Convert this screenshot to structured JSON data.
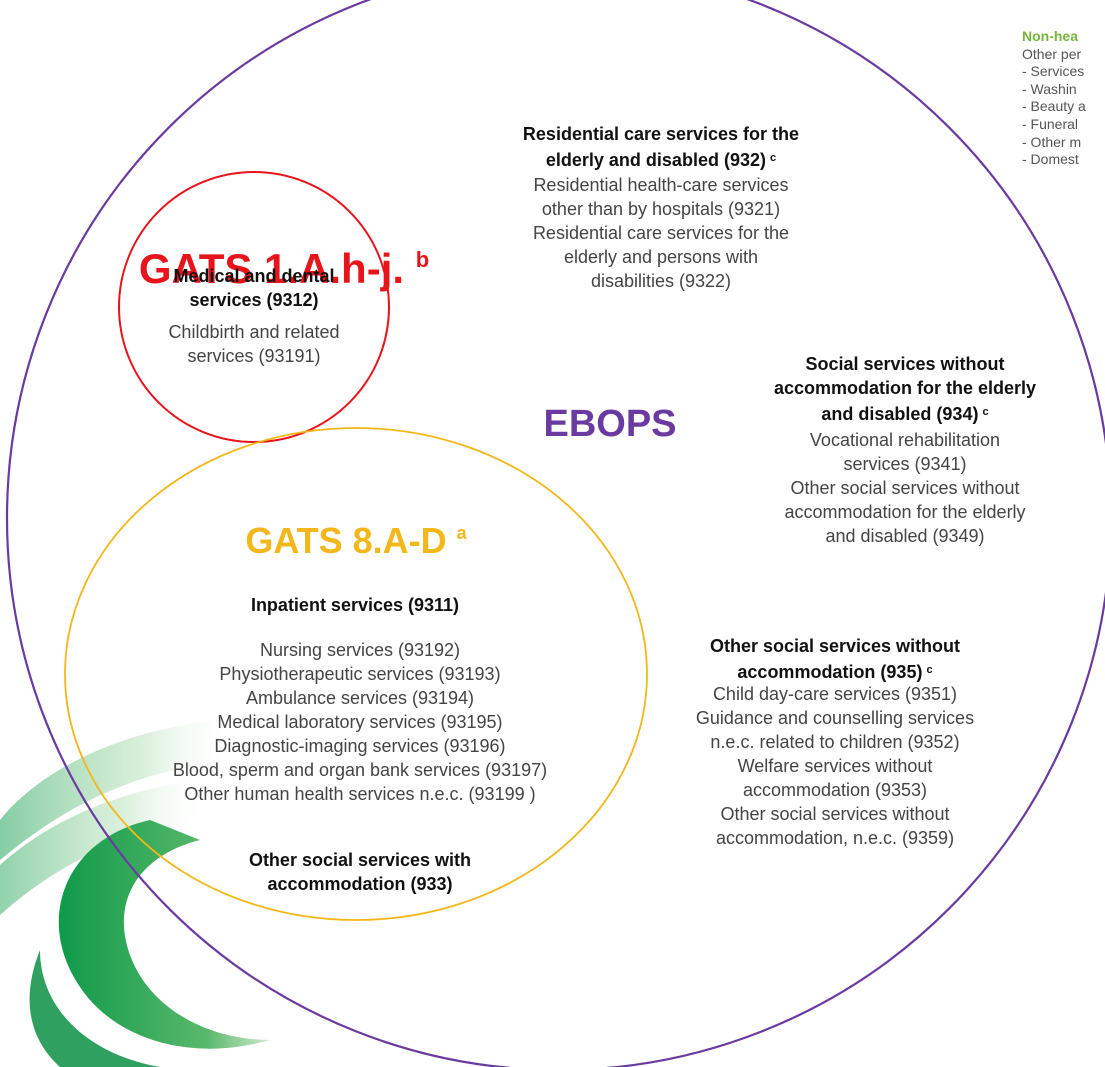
{
  "colors": {
    "ebops": "#6b3aa0",
    "gats_1ahj": "#e8141c",
    "gats_8ad": "#f4b71a",
    "non_health_title": "#78b53c",
    "decor_green": "#0a9a48"
  },
  "ebops_label": "EBOPS",
  "gats_1ahj": {
    "title": "GATS 1.A.h-j.",
    "note": "b",
    "heading": [
      "Medical and dental",
      "services (9312)"
    ],
    "items": [
      "Childbirth and related",
      "services (93191)"
    ]
  },
  "gats_8ad": {
    "title": "GATS 8.A-D",
    "note": "a",
    "heading1": "Inpatient services (9311)",
    "items": [
      "Nursing services (93192)",
      "Physiotherapeutic services (93193)",
      "Ambulance services (93194)",
      "Medical laboratory services (93195)",
      "Diagnostic-imaging services (93196)",
      "Blood, sperm and organ bank services (93197)",
      "Other human health services n.e.c. (93199 )"
    ],
    "heading2": [
      "Other social services with",
      "accommodation (933)"
    ]
  },
  "residential": {
    "heading": [
      "Residential care services for the",
      "elderly and disabled (932)"
    ],
    "note": "c",
    "items": [
      "Residential health-care services",
      "other than by hospitals (9321)",
      "Residential care services for the",
      "elderly and persons with",
      "disabilities (9322)"
    ]
  },
  "social_934": {
    "heading": [
      "Social services without",
      "accommodation for the elderly",
      "and disabled (934)"
    ],
    "note": "c",
    "items": [
      "Vocational rehabilitation",
      "services (9341)",
      "Other social services without",
      "accommodation for the elderly",
      "and disabled (9349)"
    ]
  },
  "social_935": {
    "heading": [
      "Other social services without",
      "accommodation (935)"
    ],
    "note": "c",
    "items": [
      "Child day-care services (9351)",
      "Guidance and counselling services",
      "n.e.c. related to children (9352)",
      "Welfare services without",
      "accommodation (9353)",
      "Other social services without",
      "accommodation, n.e.c. (9359)"
    ]
  },
  "non_health": {
    "title": "Non-hea",
    "items": [
      "Other per",
      "- Services",
      "- Washin",
      "- Beauty a",
      "- Funeral",
      "- Other m",
      "- Domest"
    ]
  }
}
